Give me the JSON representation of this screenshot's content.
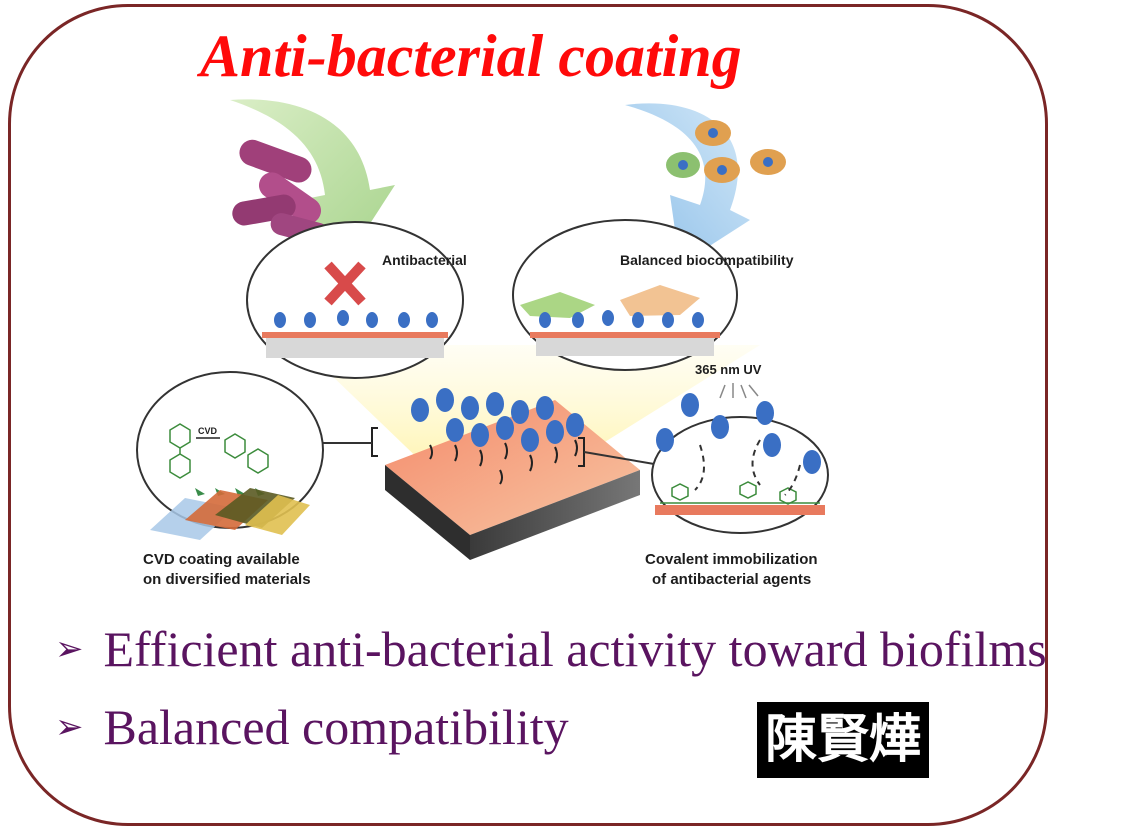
{
  "title": "Anti-bacterial coating",
  "labels": {
    "antibacterial": "Antibacterial",
    "balanced_biocompatibility": "Balanced biocompatibility",
    "uv": "365 nm UV",
    "cvd_line1": "CVD coating available",
    "cvd_line2": "on diversified materials",
    "cvd_arrow": "CVD",
    "covalent_line1": "Covalent immobilization",
    "covalent_line2": "of antibacterial agents"
  },
  "bullets": [
    "Efficient anti-bacterial activity toward biofilms",
    "Balanced compatibility"
  ],
  "bullet_mark": "➢",
  "stamp_text": "陳賢燁",
  "colors": {
    "title": "#ff0a0a",
    "bullet_text": "#5a1460",
    "frame": "#7a2626",
    "molecule_blue": "#3a6fc4",
    "bacteria_purple": "#a0407a"
  }
}
